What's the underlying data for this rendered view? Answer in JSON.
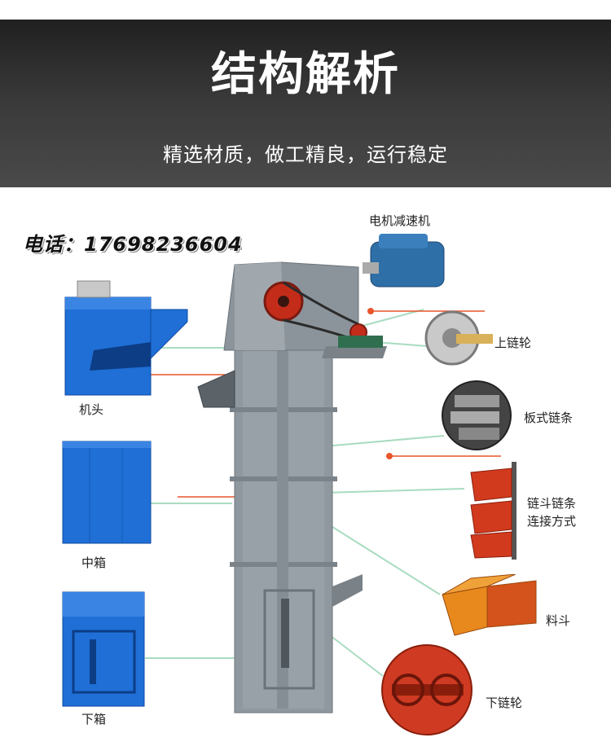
{
  "header": {
    "title": "结构解析",
    "subtitle": "精选材质，做工精良，运行稳定"
  },
  "phone": {
    "text": "电话：17698236604"
  },
  "components": {
    "head": "机头",
    "middle_box": "中箱",
    "lower_box": "下箱",
    "motor_reducer": "电机减速机",
    "upper_sprocket": "上链轮",
    "plate_chain": "板式链条",
    "bucket_chain_line1": "链斗链条",
    "bucket_chain_line2": "连接方式",
    "hopper": "料斗",
    "lower_sprocket": "下链轮"
  },
  "colors": {
    "header_bg": "#2b2b2b",
    "machine_gray": "#8c959c",
    "blue": "#1f6fd6",
    "red": "#d23a1e",
    "callout_green": "#a9dcc0",
    "callout_orange": "#e8552a"
  }
}
